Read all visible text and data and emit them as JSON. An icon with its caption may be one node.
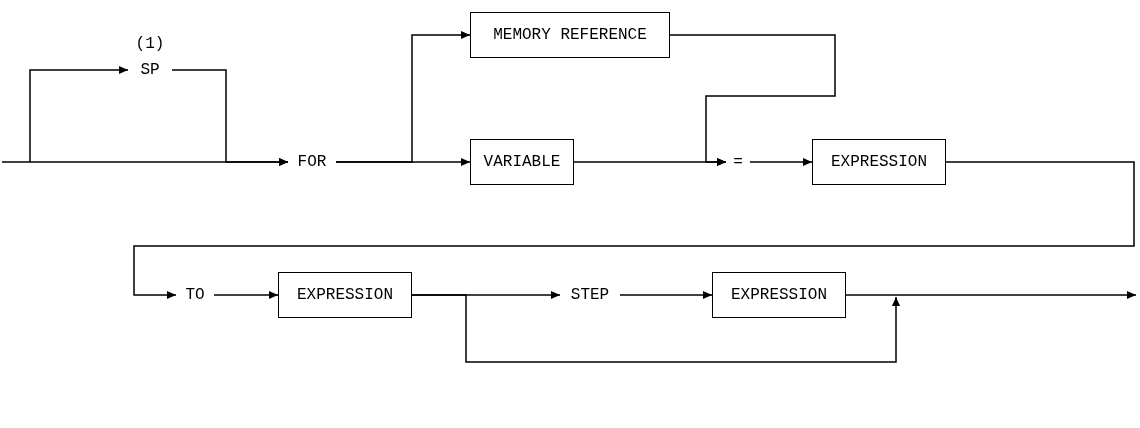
{
  "diagram": {
    "nodes": [
      {
        "text": [
          "SP"
        ],
        "beside": [
          "(1)"
        ]
      },
      {
        "text": [
          "FOR"
        ]
      },
      {
        "text": [
          "MEMORY REFERENCE"
        ]
      },
      {
        "text": [
          "VARIABLE"
        ]
      },
      {
        "text": [
          "="
        ]
      },
      {
        "text": [
          "EXPRESSION"
        ]
      },
      {
        "text": [
          "TO"
        ]
      },
      {
        "text": [
          "EXPRESSION"
        ]
      },
      {
        "text": [
          "STEP"
        ]
      },
      {
        "text": [
          "EXPRESSION"
        ]
      }
    ],
    "edges": [
      {
        "from": null,
        "to": 1,
        "arrow": "to"
      },
      {
        "from": null,
        "to": 0,
        "arrow": "to"
      },
      {
        "from": 0,
        "to": 1,
        "arrow": "to"
      },
      {
        "from": 1,
        "to": 3,
        "arrow": "to"
      },
      {
        "from": 1,
        "to": 2,
        "arrow": "to"
      },
      {
        "from": 3,
        "to": 4,
        "arrow": "to"
      },
      {
        "from": 2,
        "to": 4,
        "arrow": "to"
      },
      {
        "from": 4,
        "to": 5,
        "arrow": "to"
      },
      {
        "from": 5,
        "to": 6,
        "arrow": "to"
      },
      {
        "from": 6,
        "to": 7,
        "arrow": "to"
      },
      {
        "from": 7,
        "to": 8,
        "arrow": "to"
      },
      {
        "from": 8,
        "to": 9,
        "arrow": "to"
      },
      {
        "from": 9,
        "to": null,
        "arrow": "to"
      },
      {
        "from": 7,
        "to": null,
        "arrow": "to"
      }
    ]
  }
}
